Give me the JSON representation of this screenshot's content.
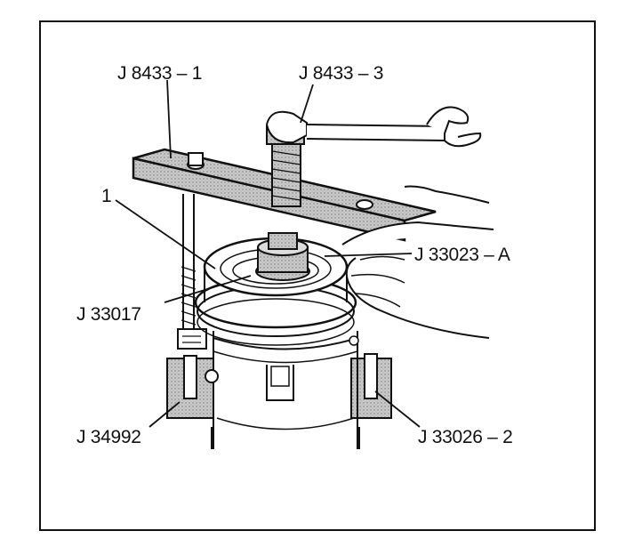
{
  "labels": {
    "tool_j8433_1": "J 8433 – 1",
    "tool_j8433_3": "J 8433 – 3",
    "item_1": "1",
    "tool_j33023_a": "J 33023 – A",
    "tool_j33017": "J 33017",
    "tool_j34992": "J 34992",
    "tool_j33026_2": "J 33026 – 2"
  },
  "colors": {
    "line": "#111111",
    "shading": "#c8c8c8",
    "background": "#ffffff"
  }
}
